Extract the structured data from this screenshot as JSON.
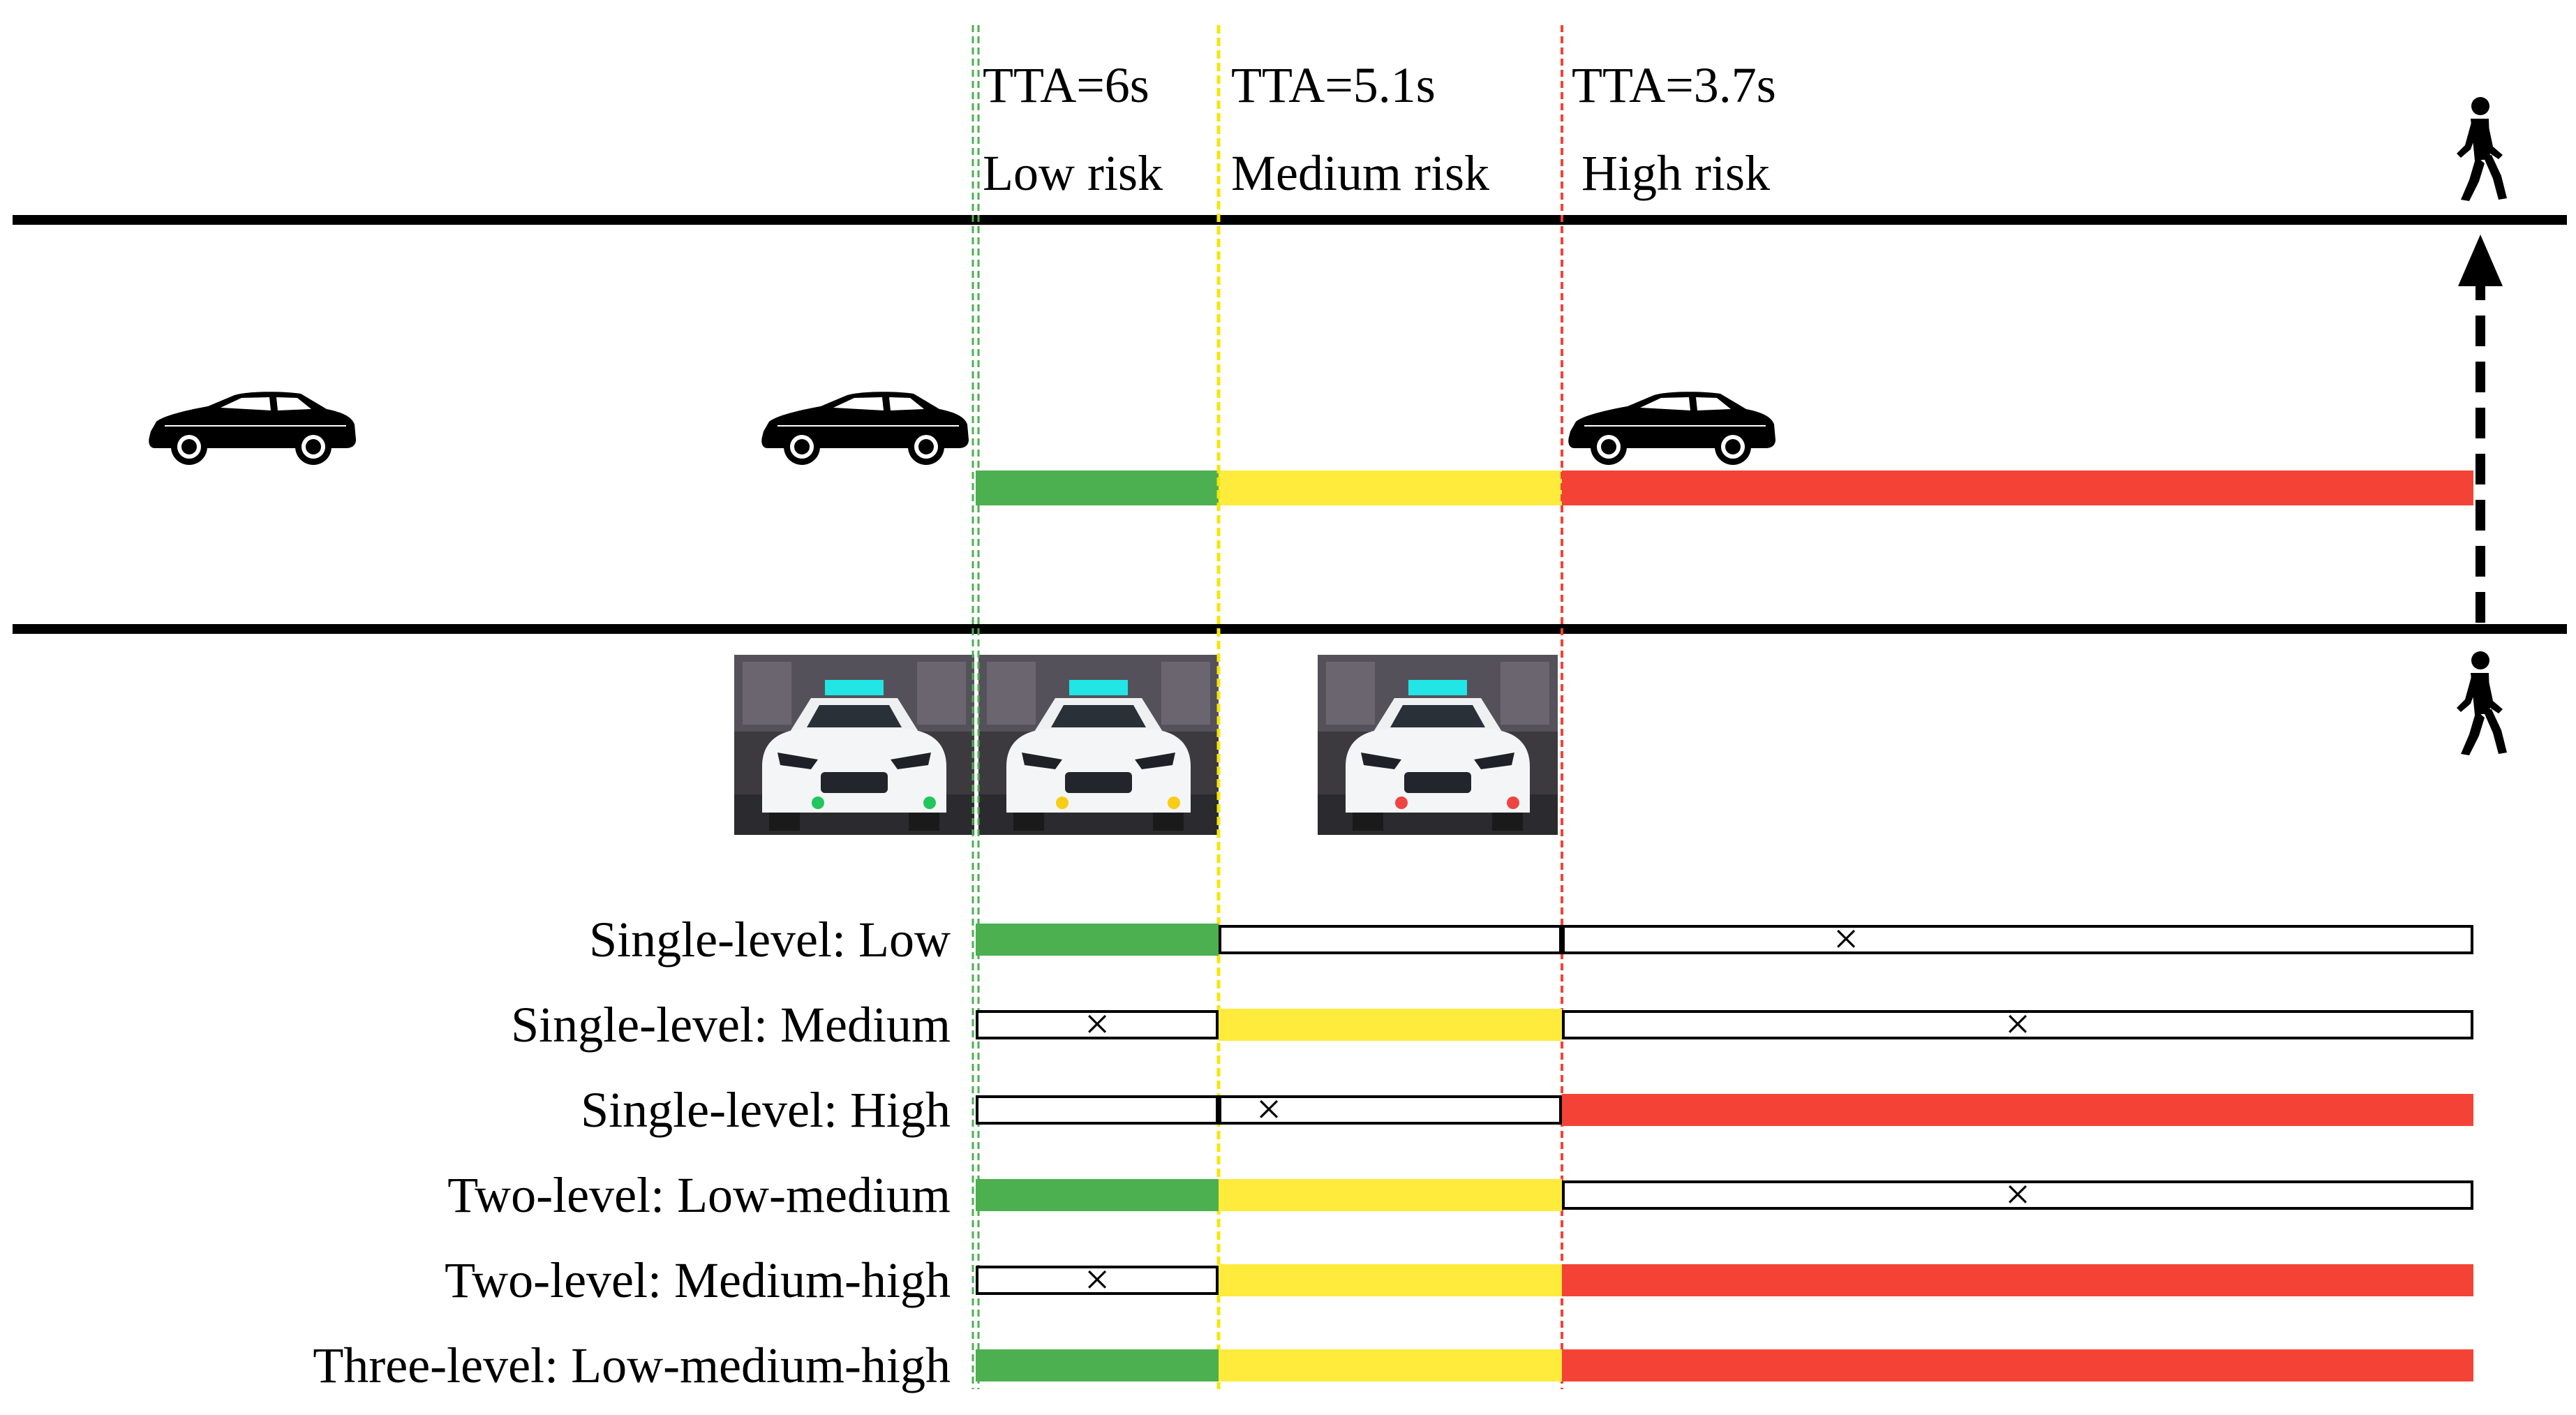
{
  "zones": [
    {
      "tta": "TTA=6s",
      "risk": "Low risk",
      "color": "#4caf50",
      "line_color": "#4caf50"
    },
    {
      "tta": "TTA=5.1s",
      "risk": "Medium risk",
      "color": "#ffeb3b",
      "line_color": "#f5e60a"
    },
    {
      "tta": "TTA=3.7s",
      "risk": "High risk",
      "color": "#f44336",
      "line_color": "#f44336"
    }
  ],
  "icons": {
    "vehicle": "suv-car-icon",
    "pedestrian": "walking-pedestrian-icon",
    "crossing_arrow": "dashed-up-arrow-icon",
    "ehmi_vehicle": "white-car-with-light-icon"
  },
  "ehmi_light_colors": [
    "#22c55e",
    "#facc15",
    "#ef4444"
  ],
  "conditions": [
    {
      "label": "Single-level: Low",
      "segments": [
        "on",
        "off",
        "off"
      ]
    },
    {
      "label": "Single-level: Medium",
      "segments": [
        "off",
        "on",
        "off"
      ]
    },
    {
      "label": "Single-level: High",
      "segments": [
        "off",
        "off",
        "on"
      ]
    },
    {
      "label": "Two-level: Low-medium",
      "segments": [
        "on",
        "on",
        "off"
      ]
    },
    {
      "label": "Two-level: Medium-high",
      "segments": [
        "off",
        "on",
        "on"
      ]
    },
    {
      "label": "Three-level: Low-medium-high",
      "segments": [
        "on",
        "on",
        "on"
      ]
    }
  ],
  "off_mark": "×"
}
